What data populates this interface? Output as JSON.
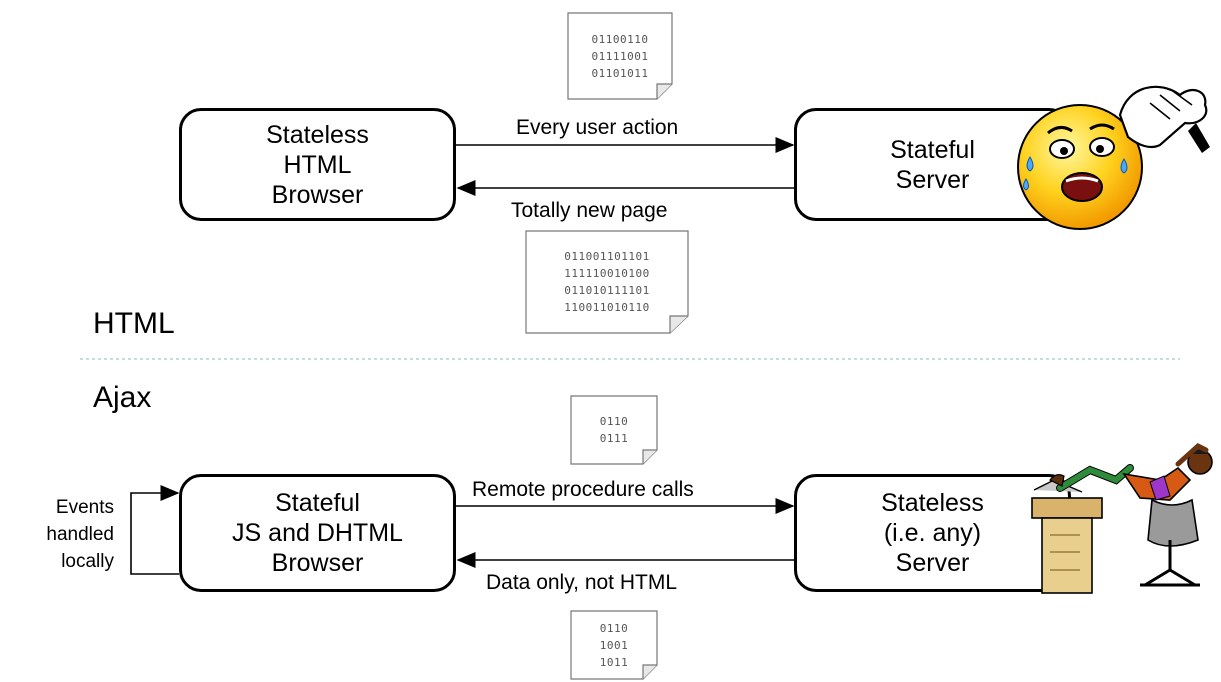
{
  "html_section": {
    "label": "HTML",
    "browser_box": [
      "Stateless",
      "HTML",
      "Browser"
    ],
    "server_box": [
      "Stateful",
      "Server"
    ],
    "arrow_request_label": "Every user action",
    "arrow_response_label": "Totally new page",
    "request_doc": [
      "01100110",
      "01111001",
      "01101011"
    ],
    "response_doc": [
      "011001101101",
      "111110010100",
      "011010111101",
      "110011010110"
    ],
    "server_icon": "stressed-face-icon"
  },
  "ajax_section": {
    "label": "Ajax",
    "browser_box": [
      "Stateful",
      "JS and DHTML",
      "Browser"
    ],
    "server_box": [
      "Stateless",
      "(i.e. any)",
      "Server"
    ],
    "arrow_request_label": "Remote procedure calls",
    "arrow_response_label": "Data only, not HTML",
    "request_doc": [
      "0110",
      "0111"
    ],
    "response_doc": [
      "0110",
      "1001",
      "1011"
    ],
    "side_label": [
      "Events",
      "handled",
      "locally"
    ],
    "server_icon": "relaxed-person-icon"
  }
}
